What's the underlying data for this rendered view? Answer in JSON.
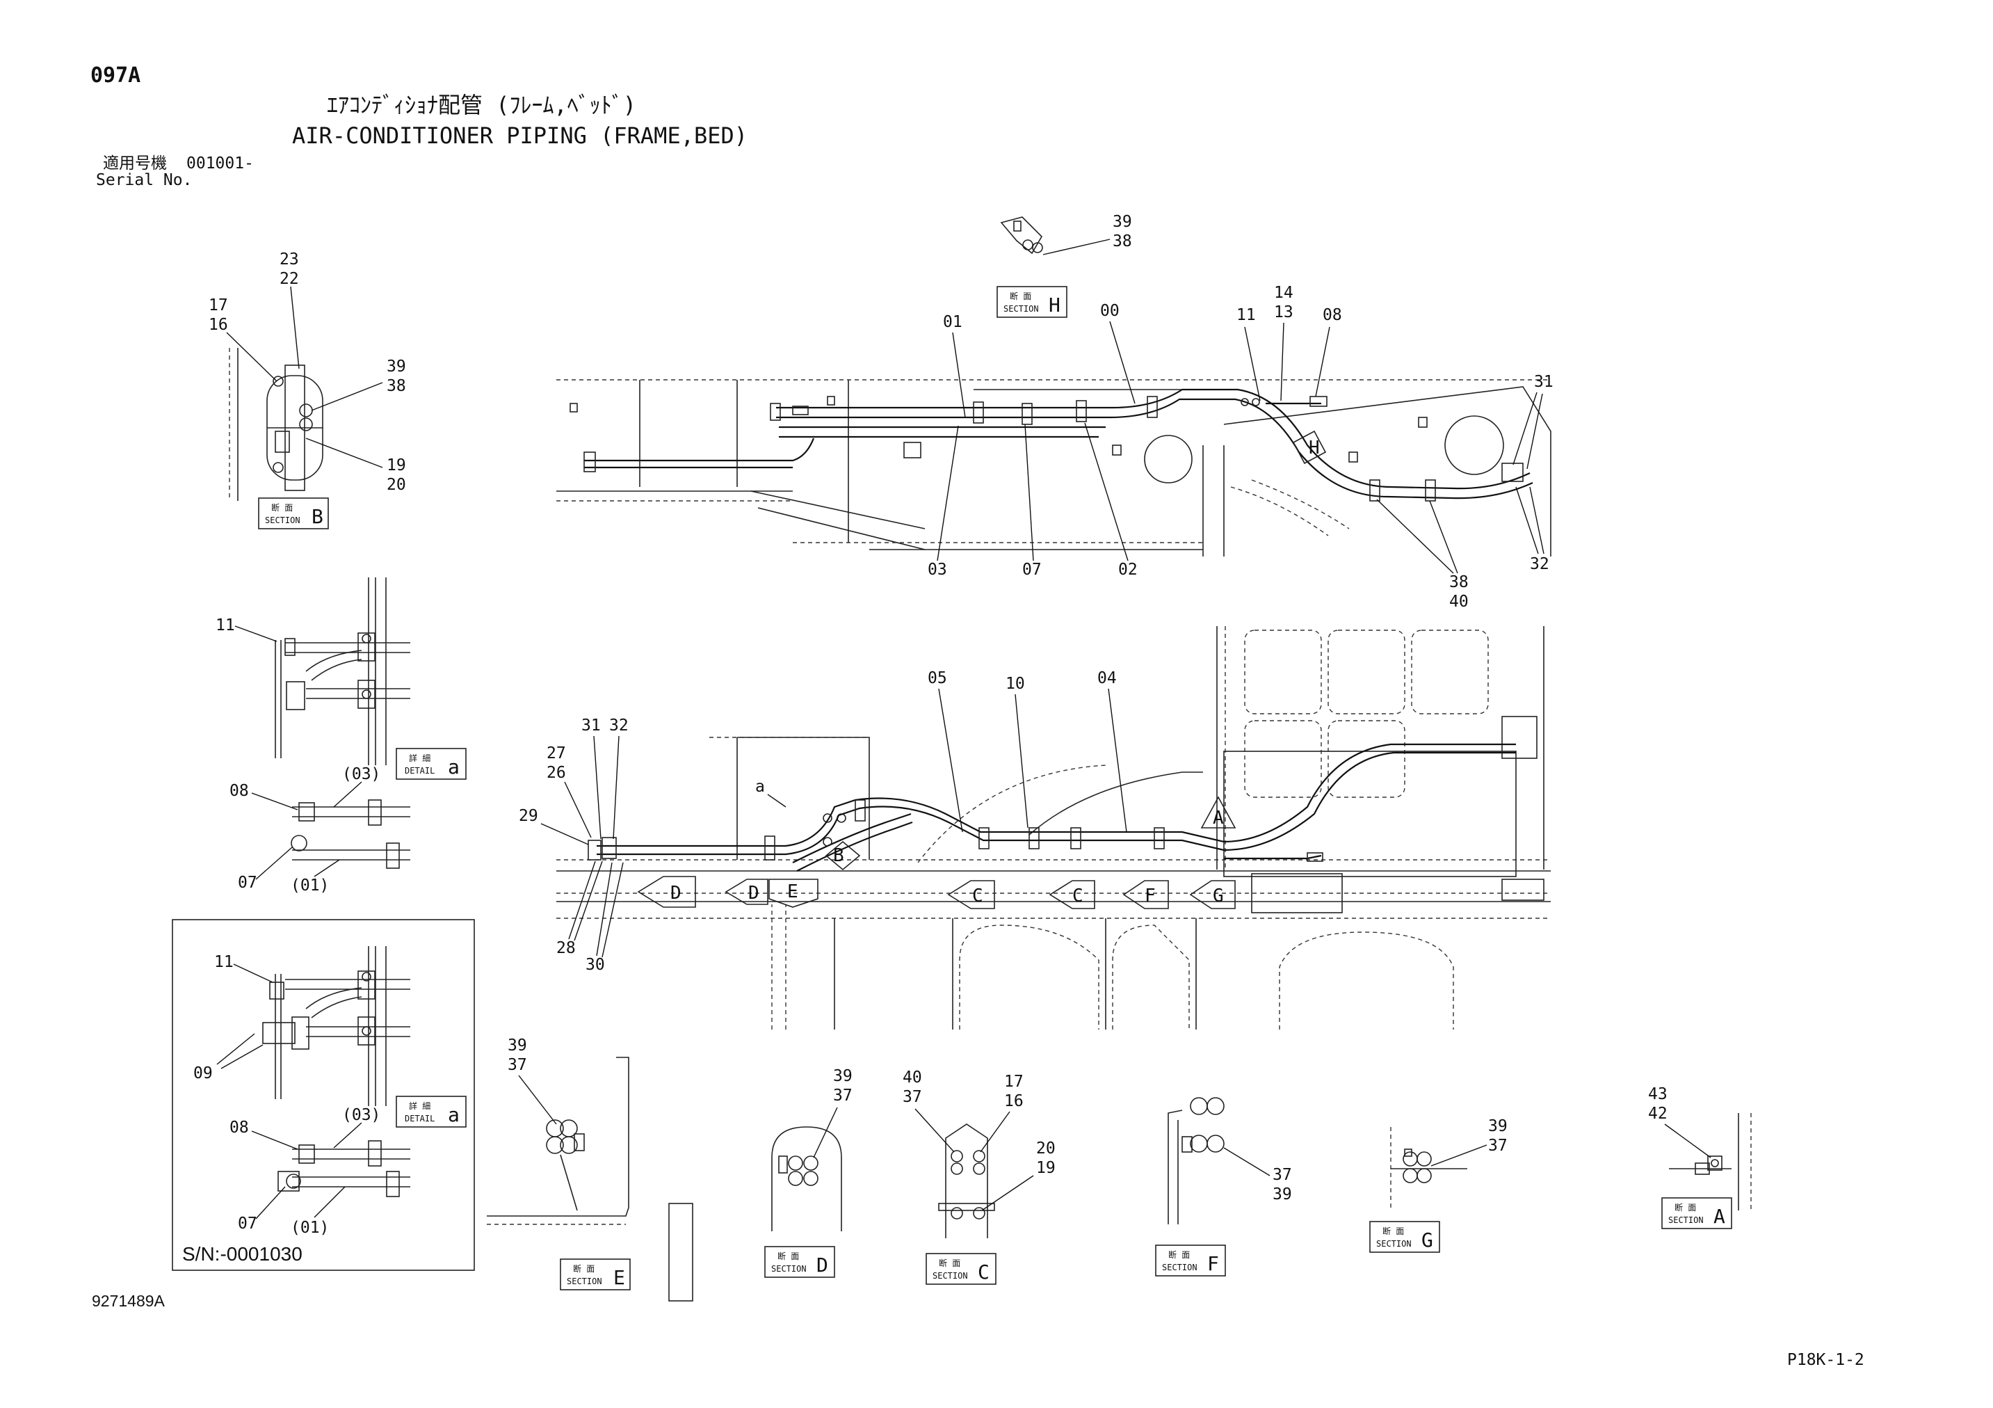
{
  "header": {
    "page_code": "097A",
    "title_jp": "ｴｱｺﾝﾃﾞｨｼｮﾅ配管 (ﾌﾚｰﾑ,ﾍﾞｯﾄﾞ)",
    "title_en": "AIR-CONDITIONER PIPING (FRAME,BED)",
    "serial_label_jp": "適用号機",
    "serial_value": "001001-",
    "serial_label_en": "Serial No."
  },
  "footer": {
    "drawing_no": "9271489A",
    "page_ref": "P18K-1-2",
    "sn_note": "S/N:-0001030"
  },
  "section_word_jp": "断 面",
  "section_word_en": "SECTION",
  "detail_word_jp": "詳 細",
  "detail_word_en": "DETAIL",
  "sections": {
    "H": "H",
    "B": "B",
    "E": "E",
    "D": "D",
    "C": "C",
    "F": "F",
    "G": "G",
    "A": "A"
  },
  "details": {
    "a1": "a",
    "a2": "a"
  },
  "view_markers": {
    "upper": [
      "H"
    ],
    "lower": [
      "A",
      "B",
      "D",
      "D",
      "E",
      "C",
      "C",
      "F",
      "G"
    ]
  },
  "note_small_a": "a",
  "callouts": {
    "secH_top": "39",
    "secH_bot": "38",
    "secB_23": "23",
    "secB_22": "22",
    "secB_17": "17",
    "secB_16": "16",
    "secB_39": "39",
    "secB_38": "38",
    "secB_19": "19",
    "secB_20": "20",
    "up_01": "01",
    "up_00": "00",
    "up_11": "11",
    "up_14": "14",
    "up_13": "13",
    "up_08": "08",
    "up_31": "31",
    "up_32": "32",
    "up_03": "03",
    "up_07": "07",
    "up_02": "02",
    "up_38": "38",
    "up_40": "40",
    "det1_11": "11",
    "det1_08": "08",
    "det1_03": "(03)",
    "det1_07": "07",
    "det1_01": "(01)",
    "det2_11": "11",
    "det2_09": "09",
    "det2_08": "08",
    "det2_03": "(03)",
    "det2_07": "07",
    "det2_01": "(01)",
    "lo_05": "05",
    "lo_10": "10",
    "lo_04": "04",
    "lo_31": "31",
    "lo_32": "32",
    "lo_27": "27",
    "lo_26": "26",
    "lo_29": "29",
    "lo_28": "28",
    "lo_30": "30",
    "secE_39": "39",
    "secE_37": "37",
    "secD_39": "39",
    "secD_37": "37",
    "secC_40": "40",
    "secC_37": "37",
    "secC_17": "17",
    "secC_16": "16",
    "secC_20": "20",
    "secC_19": "19",
    "secF_37": "37",
    "secF_39": "39",
    "secG_39": "39",
    "secG_37": "37",
    "secA_43": "43",
    "secA_42": "42"
  }
}
